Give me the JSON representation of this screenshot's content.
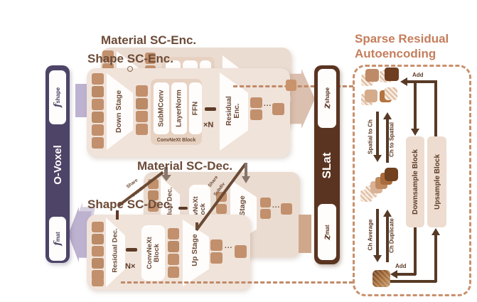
{
  "titles": {
    "material_enc": "Material SC-Enc.",
    "shape_enc": "Shape SC-Enc.",
    "material_dec": "Material SC-Dec.",
    "shape_dec": "Shape SC-Dec.",
    "sparse_1": "Sparse Residual",
    "sparse_2": "Autoencoding"
  },
  "left": {
    "o_voxel": "O-Voxel",
    "f": "f",
    "f_shape_sup": "shape",
    "f_mat_sup": "mat"
  },
  "slat": {
    "label": "SLat",
    "z": "z",
    "z_shape_sup": "shape",
    "z_mat_sup": "mat"
  },
  "encoder": {
    "down_stage": "Down Stage",
    "submconv": "SubMConv",
    "layernorm": "LayerNorm",
    "ffn": "FFN",
    "convnext_label": "ConvNeXt Block",
    "repeat": "×N",
    "residual_1": "Residual",
    "residual_2": "Enc.",
    "dots": "..."
  },
  "decoder": {
    "residual_dec": "Residual Dec.",
    "repeat": "N×",
    "convnext_1": "ConvNeXt",
    "convnext_2": "Block",
    "up_stage": "Up Stage",
    "dots": "...",
    "share": "Share",
    "subdiv": "Subdiv"
  },
  "sparse": {
    "add": "Add",
    "spatial_to_ch": "Spatial to Ch",
    "ch_to_spatial": "Ch to Spatial",
    "ch_average": "Ch Average",
    "ch_duplicate": "Ch Duplicate",
    "downsample": "Downsample Block",
    "upsample": "Upsample Block"
  },
  "colors": {
    "purple": "#4e4467",
    "lavender": "#bdb2d0",
    "slat_brown": "#5a3420",
    "block_front": "#f0e3da",
    "block_back": "#ebdcd1",
    "square": "#c2906c",
    "dark_text": "#6b4a35",
    "dark_bar": "#5d3b26",
    "salmon": "#c57e5c",
    "dash_line": "#c08a68",
    "title_brown": "#6d4b38",
    "wire": "#573a26",
    "gray_arrow": "#8a766b"
  }
}
